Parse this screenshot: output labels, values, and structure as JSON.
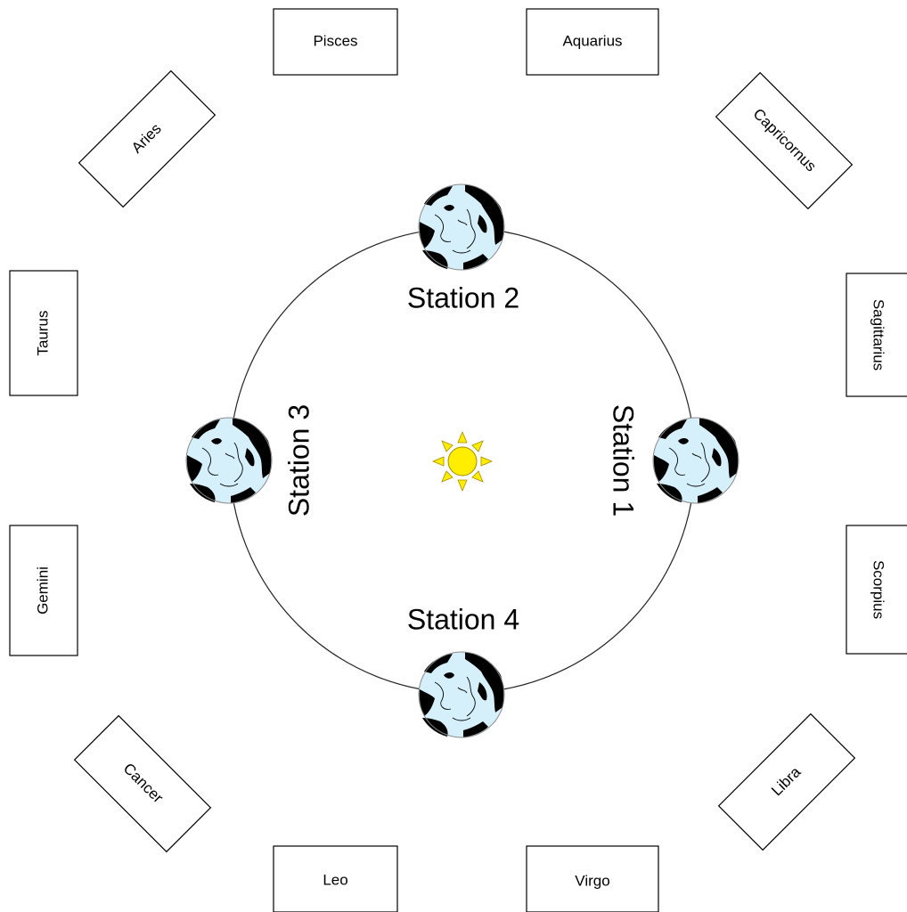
{
  "colors": {
    "sun": "#ffee00",
    "ocean": "#d6f0fb",
    "land": "#000000"
  },
  "zodiac": {
    "pisces": "Pisces",
    "aquarius": "Aquarius",
    "capricornus": "Capricornus",
    "sagittarius": "Sagittarius",
    "scorpius": "Scorpius",
    "libra": "Libra",
    "virgo": "Virgo",
    "leo": "Leo",
    "cancer": "Cancer",
    "gemini": "Gemini",
    "taurus": "Taurus",
    "aries": "Aries"
  },
  "stations": {
    "station_1": "Station 1",
    "station_2": "Station 2",
    "station_3": "Station 3",
    "station_4": "Station 4"
  },
  "icons": {
    "sun": "sun-icon",
    "earth": "earth-globe-icon"
  }
}
